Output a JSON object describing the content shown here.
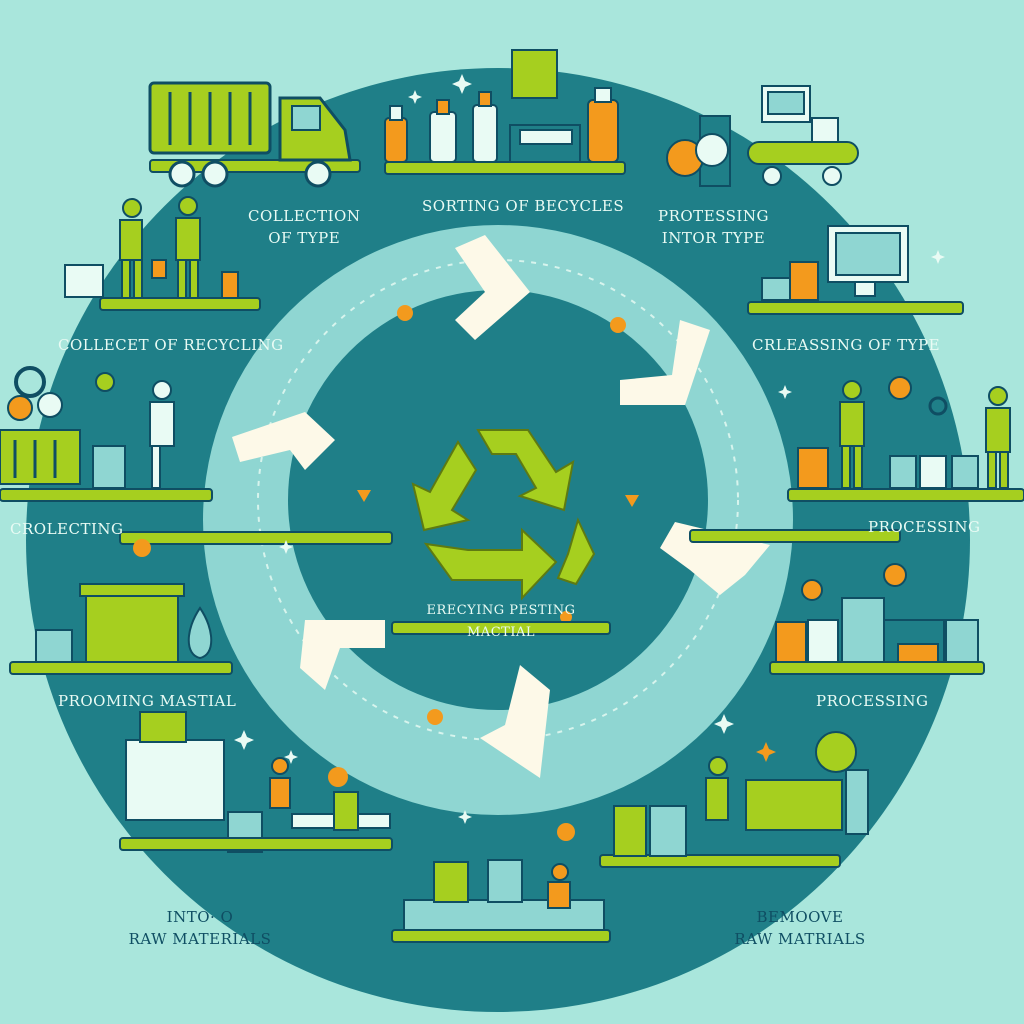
{
  "colors": {
    "background": "#a9e6dc",
    "ring_dark": "#1f7f88",
    "ring_light": "#8fd6d2",
    "core": "#1f7f88",
    "lime": "#a6cf1f",
    "lime_dark": "#5e7a12",
    "orange": "#f39a1d",
    "navy": "#0f4e63",
    "arrow_cream": "#fdf9e8"
  },
  "labels": {
    "collection_type": [
      "COLLECTION",
      "OF TYPE"
    ],
    "sorting_recycles": "SORTING OF BECYCLES",
    "protessing_intor": [
      "PROTESSING",
      "INTOR TYPE"
    ],
    "collect_recycling": "COLLECET OF RECYCLING",
    "creleasing_type": "CRLEASSING OF TYPE",
    "crolecting": "CROLECTING",
    "processing_upper": "PROCESSING",
    "prooming_mastial": "PROOMING MASTIAL",
    "processing_lower": "PROCESSING",
    "center_caption": [
      "ERECYING PESTING",
      "MACTIAL"
    ],
    "into_raw": [
      "INTO· O",
      "RAW MATERIALS"
    ],
    "remove_raw": [
      "BEMOOVE",
      "RAW MATRIALS"
    ]
  },
  "icons": [
    "recycle-icon",
    "truck-icon",
    "bottles-icon",
    "conveyor-icon",
    "people-icon",
    "monitor-icon",
    "crate-icon",
    "gear-icon",
    "recycling-bin-icon",
    "machine-icon",
    "worker-icon",
    "sparkle-icon"
  ]
}
